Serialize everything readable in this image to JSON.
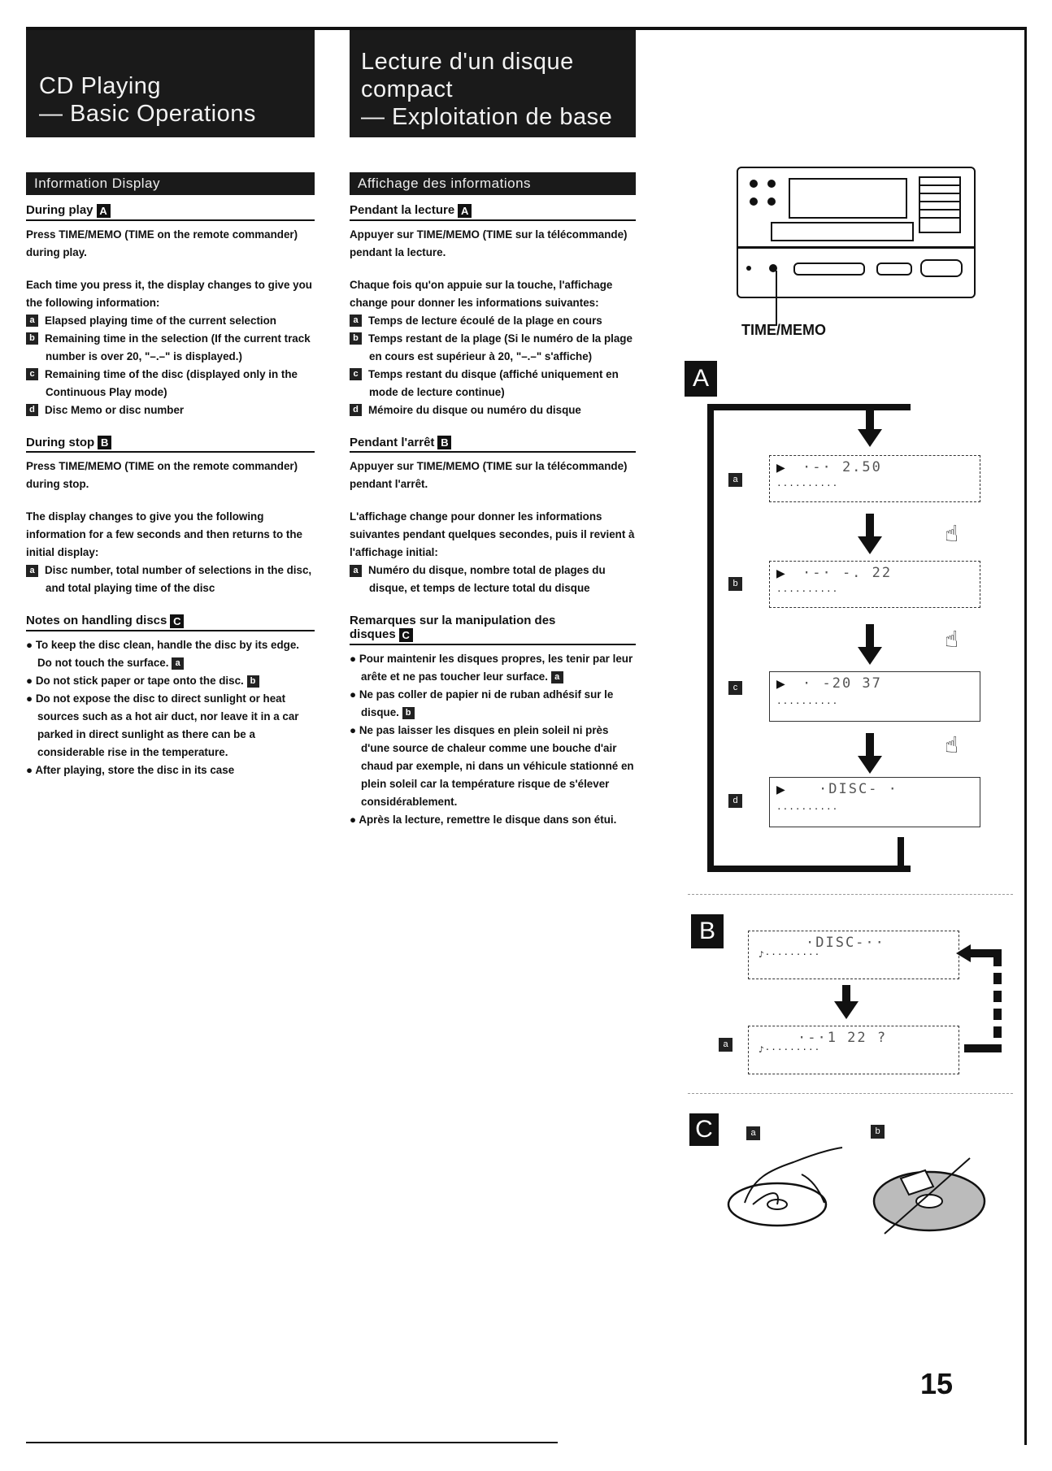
{
  "left": {
    "title_line1": "CD Playing",
    "title_line2": "— Basic Operations",
    "section": "Information Display",
    "during_play": {
      "heading": "During play",
      "badge": "A"
    },
    "p1": "Press TIME/MEMO (TIME on the remote commander) during play.",
    "p2": "Each time you press it, the display changes to give you the following information:",
    "items": [
      {
        "tag": "a",
        "text": "Elapsed playing time of the current selection"
      },
      {
        "tag": "b",
        "text": "Remaining time in the selection (If the current track number is over 20, \"–.–\" is displayed.)"
      },
      {
        "tag": "c",
        "text": "Remaining time of the disc (displayed only in the Continuous Play mode)"
      },
      {
        "tag": "d",
        "text": "Disc Memo or disc number"
      }
    ],
    "during_stop": {
      "heading": "During stop",
      "badge": "B"
    },
    "p3": "Press TIME/MEMO (TIME on the remote commander) during stop.",
    "p4": "The display changes to give you the following information for a few seconds and then returns to the initial display:",
    "stop_item": {
      "tag": "a",
      "text": "Disc number, total number of selections in the disc, and total playing time of the disc"
    },
    "notes": {
      "heading": "Notes on handling discs",
      "badge": "C"
    },
    "notes_items": [
      {
        "text": "To keep the disc clean, handle the disc by its edge. Do not touch the surface.",
        "tag": "a"
      },
      {
        "text": "Do not stick paper or tape onto the disc.",
        "tag": "b"
      },
      {
        "text": "Do not expose the disc to direct sunlight or heat sources such as a hot air duct, nor leave it in a car parked in direct sunlight as there can be a considerable rise in the temperature.",
        "tag": ""
      },
      {
        "text": "After playing, store the disc in its case",
        "tag": ""
      }
    ]
  },
  "middle": {
    "title_line1": "Lecture d'un disque",
    "title_line2": "compact",
    "title_line3": "— Exploitation de base",
    "section": "Affichage des informations",
    "during_play": {
      "heading": "Pendant la lecture",
      "badge": "A"
    },
    "p1": "Appuyer sur TIME/MEMO (TIME sur la télécommande) pendant la lecture.",
    "p2": "Chaque fois qu'on appuie sur la touche, l'affichage change pour donner les informations suivantes:",
    "items": [
      {
        "tag": "a",
        "text": "Temps de lecture écoulé de la plage en cours"
      },
      {
        "tag": "b",
        "text": "Temps restant de la plage (Si le numéro de la plage en cours est supérieur à 20, \"–.–\" s'affiche)"
      },
      {
        "tag": "c",
        "text": "Temps restant du disque (affiché uniquement en mode de lecture continue)"
      },
      {
        "tag": "d",
        "text": "Mémoire du disque ou numéro du disque"
      }
    ],
    "during_stop": {
      "heading": "Pendant l'arrêt",
      "badge": "B"
    },
    "p3": "Appuyer sur TIME/MEMO (TIME sur la télécommande) pendant l'arrêt.",
    "p4": "L'affichage change pour donner les informations suivantes pendant quelques secondes, puis il revient à l'affichage initial:",
    "stop_item": {
      "tag": "a",
      "text": "Numéro du disque, nombre total de plages du disque, et temps de lecture total du disque"
    },
    "notes": {
      "heading_line1": "Remarques sur la manipulation des",
      "heading_line2": "disques",
      "badge": "C"
    },
    "notes_items": [
      {
        "text": "Pour maintenir les disques propres, les tenir par leur arête et ne pas toucher leur surface.",
        "tag": "a"
      },
      {
        "text": "Ne pas coller de papier ni de ruban adhésif sur le disque.",
        "tag": "b"
      },
      {
        "text": "Ne pas laisser les disques en plein soleil ni près d'une source de chaleur comme une bouche d'air chaud par exemple, ni dans un véhicule stationné en plein soleil car la température risque de s'élever considérablement.",
        "tag": ""
      },
      {
        "text": "Après la lecture, remettre le disque dans son étui.",
        "tag": ""
      }
    ]
  },
  "figure": {
    "button_label": "TIME/MEMO",
    "panel_a": "A",
    "panel_b": "B",
    "panel_c": "C",
    "displays_a": [
      {
        "tag": "a",
        "lcd": "·-·      2.50"
      },
      {
        "tag": "b",
        "lcd": "·-·   -. 22"
      },
      {
        "tag": "c",
        "lcd": "·      -20 37"
      },
      {
        "tag": "d",
        "lcd": "·DISC- ·"
      }
    ],
    "display_b_top": "·DISC-··",
    "display_b_a": "·-·1   22  ?",
    "c_tag_a": "a",
    "c_tag_b": "b"
  },
  "page_number": "15"
}
